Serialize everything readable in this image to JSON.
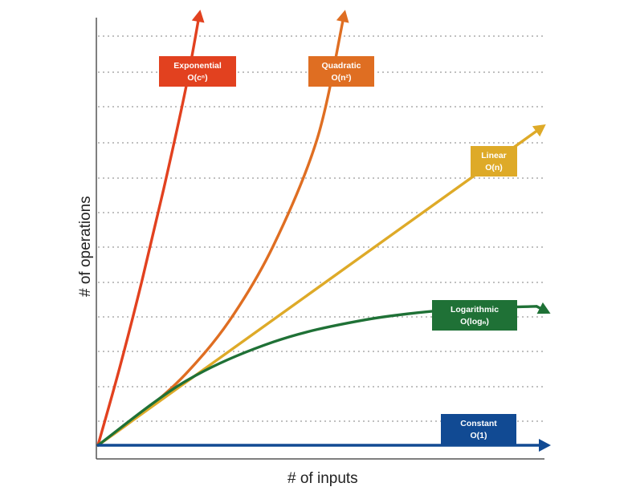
{
  "chart_data": {
    "type": "line",
    "title": "",
    "xlabel": "# of inputs",
    "ylabel": "# of operations",
    "xlim": [
      0,
      10
    ],
    "ylim": [
      0,
      12
    ],
    "grid": true,
    "legend": "inline labels on curves",
    "series": [
      {
        "key": "exponential",
        "name": "Exponential",
        "notation": "O(cⁿ)",
        "color": "#e2411f",
        "x": [
          0,
          0.5,
          1.0,
          1.5,
          2.0,
          2.3
        ],
        "y": [
          0,
          2.2,
          4.6,
          7.2,
          10.0,
          12.0
        ]
      },
      {
        "key": "quadratic",
        "name": "Quadratic",
        "notation": "O(n²)",
        "color": "#df6e22",
        "x": [
          0,
          1,
          2,
          3,
          4,
          5,
          5.6
        ],
        "y": [
          0,
          0.9,
          2.0,
          3.5,
          5.6,
          8.6,
          12.0
        ]
      },
      {
        "key": "linear",
        "name": "Linear",
        "notation": "O(n)",
        "color": "#deaa28",
        "x": [
          0,
          10
        ],
        "y": [
          0,
          9
        ]
      },
      {
        "key": "logarithmic",
        "name": "Logarithmic",
        "notation": "O(logₙ)",
        "color": "#1f7136",
        "x": [
          0,
          2,
          4,
          6,
          8,
          10
        ],
        "y": [
          0,
          1.8,
          2.9,
          3.5,
          3.8,
          3.9
        ]
      },
      {
        "key": "constant",
        "name": "Constant",
        "notation": "O(1)",
        "color": "#114a93",
        "x": [
          0,
          10
        ],
        "y": [
          0,
          0
        ]
      }
    ]
  }
}
